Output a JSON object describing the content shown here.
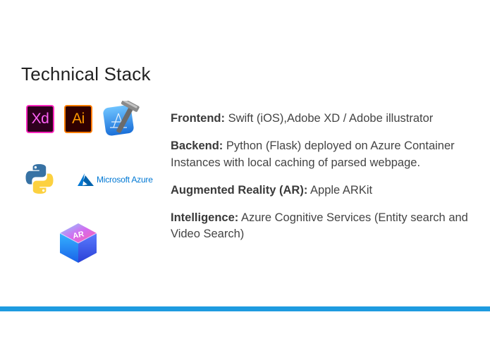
{
  "slide": {
    "title": "Technical Stack"
  },
  "logos": {
    "xd": "Xd",
    "ai": "Ai",
    "xcode": "xcode-hammer-icon",
    "python": "python-icon",
    "azure": "Microsoft Azure",
    "arkit": "AR"
  },
  "stack": [
    {
      "label": "Frontend:",
      "text": " Swift (iOS),Adobe XD / Adobe illustrator"
    },
    {
      "label": "Backend:",
      "text": " Python (Flask) deployed on Azure Container Instances with local caching of parsed webpage."
    },
    {
      "label": "Augmented Reality (AR):",
      "text": " Apple ARKit"
    },
    {
      "label": "Intelligence:",
      "text": " Azure Cognitive Services (Entity search and Video Search)"
    }
  ],
  "colors": {
    "accent_bar": "#1e9be0",
    "xd_pink": "#ff61f6",
    "ai_orange": "#ff9a00",
    "azure_blue": "#0078d4"
  }
}
